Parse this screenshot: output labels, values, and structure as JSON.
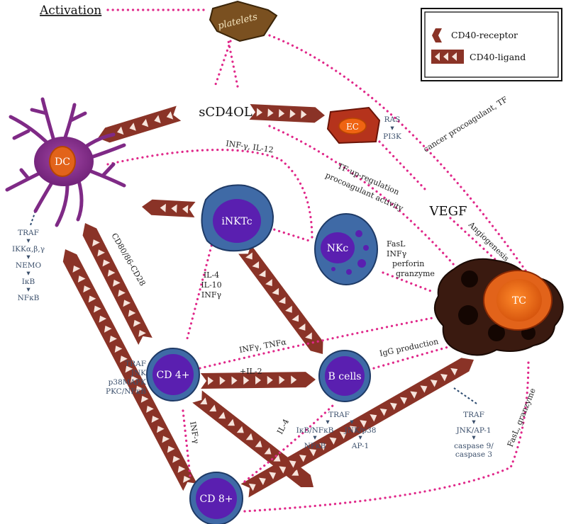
{
  "title": {
    "activation": "Activation",
    "scd4ol": "sCD4OL",
    "vegf": "VEGF"
  },
  "legend": {
    "receptor": "CD40-receptor",
    "ligand": "CD40-ligand"
  },
  "cells": {
    "platelets": "platelets",
    "dc": "DC",
    "ec": "EC",
    "inkt": "iNKTc",
    "nk": "NKc",
    "cd4": "CD 4+",
    "bcells": "B cells",
    "cd8": "CD 8+",
    "tc": "TC"
  },
  "labels": {
    "cancer_procoag": "cancer procoagulant, TF",
    "inf_il12": "INF-γ, IL-12",
    "tf_up": "TF up-regulation",
    "procoag_act": "procoagulant activity",
    "angiogenesis": "Angiogenesis",
    "cd80": "CD80/86-CD28",
    "il4_block": [
      "IL-4",
      "IL-10",
      "INFγ"
    ],
    "inf_tnf": "INFγ, TNFα",
    "il2": "+IL-2",
    "igg": "IgG production",
    "il4": "IL-4",
    "infg_cd8": "INF-γ",
    "fasl_granzyme": "FasL, granzyme",
    "nk_effectors": [
      "FasL",
      "INFγ",
      "perforin",
      "granzyme"
    ]
  },
  "signaling": {
    "ec": [
      "RAS",
      "PI3K"
    ],
    "dc": [
      "TRAF",
      "IKKα,β,γ",
      "NEMO",
      "IκB",
      "NFκB"
    ],
    "cd4": [
      "TRAF",
      "JNK",
      "p38MAPK",
      "PKC/NFκB"
    ],
    "bcells": {
      "top": "TRAF",
      "left": [
        "IκB/NFκB",
        "NFκB"
      ],
      "right": [
        "JNK/p38",
        "AP-1"
      ]
    },
    "tc": [
      "TRAF",
      "JNK/AP-1",
      "caspase 9/",
      "caspase 3"
    ]
  },
  "colors": {
    "arrow": "#8a3327",
    "chevron": "#f6e4dc",
    "dotted": "#e0288a",
    "dc": "#7f2a86",
    "blue_cell": "#3f6aa6",
    "purple_nucleus": "#5a1fb0",
    "ec": "#b5331c",
    "tc_orange": "#ef6412",
    "tc_dark": "#3a1a10",
    "platelet": "#7a5020",
    "signal_text": "#3b4f6b"
  }
}
